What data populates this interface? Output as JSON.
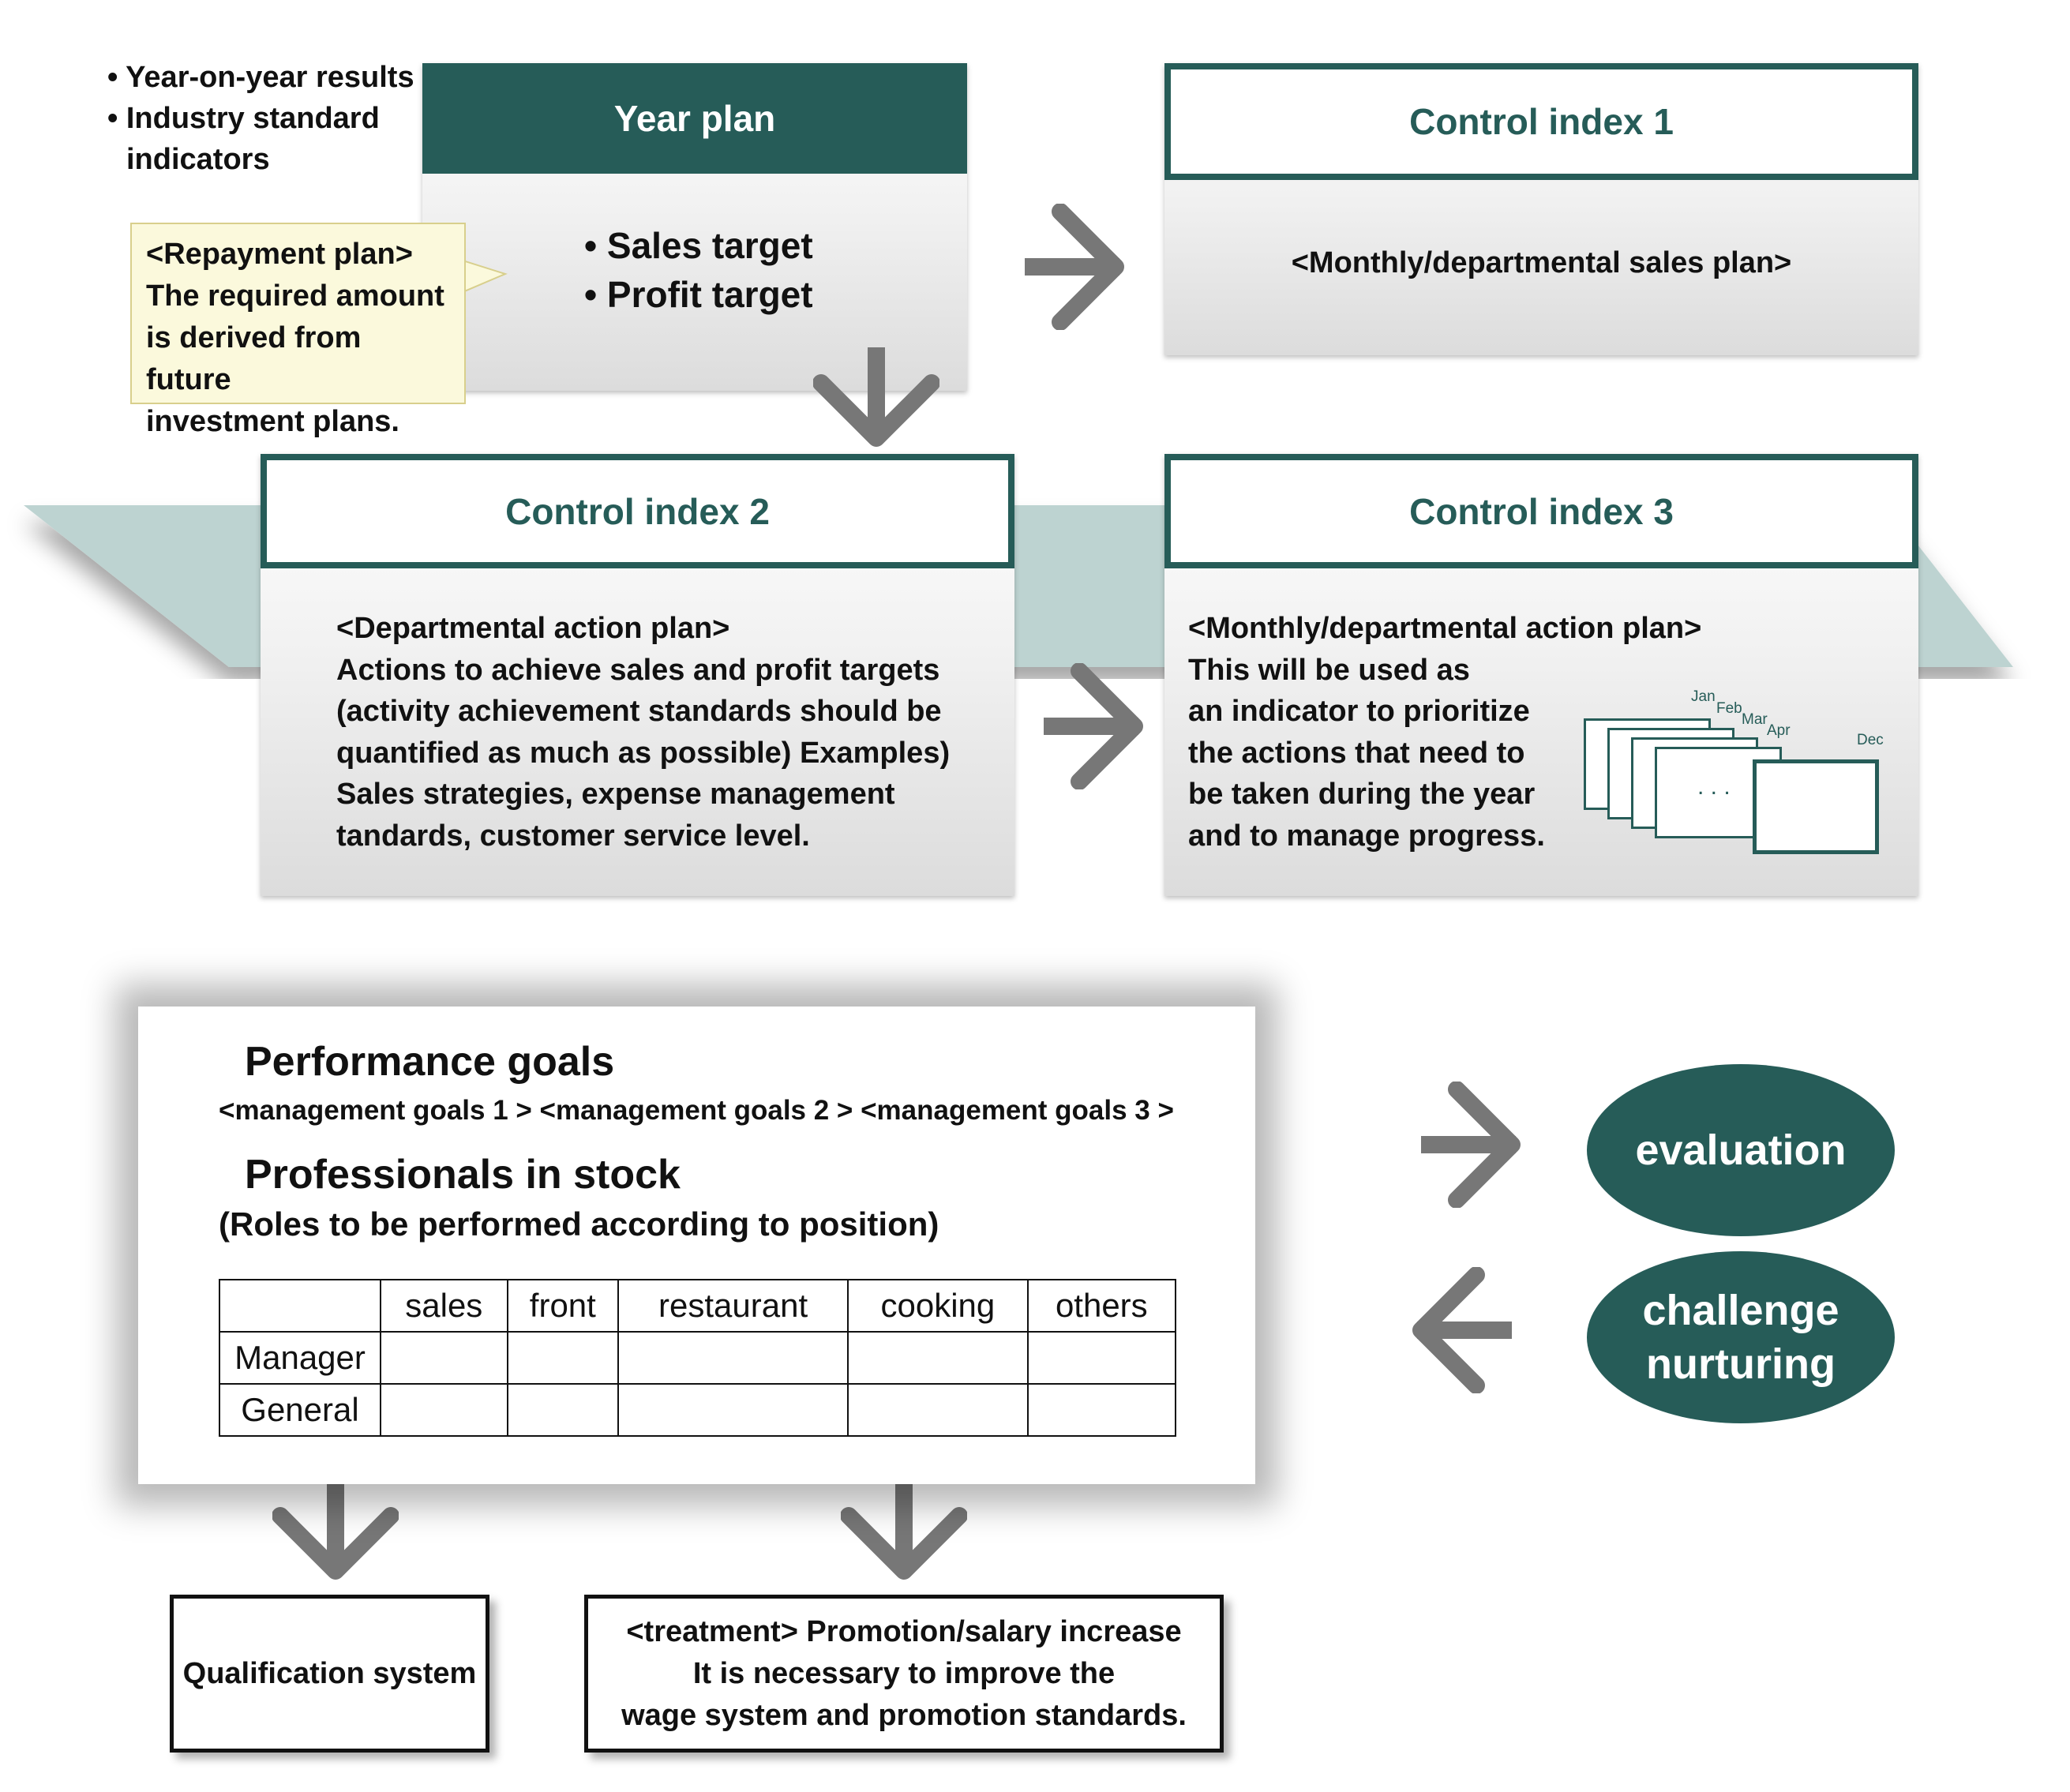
{
  "sidebar_notes": [
    "• Year-on-year results",
    "• Industry standard",
    "indicators"
  ],
  "callout": {
    "title": "<Repayment plan>",
    "lines": [
      "The required amount",
      "is derived from future",
      "investment plans."
    ]
  },
  "year_plan": {
    "title": "Year plan",
    "items": [
      "• Sales target",
      "• Profit target"
    ]
  },
  "control1": {
    "title": "Control index 1",
    "text": "<Monthly/departmental sales plan>"
  },
  "control2": {
    "title": "Control index 2",
    "lines": [
      "<Departmental action plan>",
      "Actions to achieve sales and profit targets",
      "(activity achievement standards should be",
      "quantified as much as possible) Examples)",
      "Sales strategies, expense management",
      "tandards, customer service level."
    ]
  },
  "control3": {
    "title": "Control index 3",
    "lines": [
      "<Monthly/departmental action plan>",
      "This will be used as",
      "an indicator to prioritize",
      "the actions that need to",
      "be taken during the year",
      "and to manage progress."
    ],
    "months": [
      "Jan",
      "Feb",
      "Mar",
      "Apr",
      "Dec"
    ],
    "dots": ". . ."
  },
  "performance": {
    "title": "Performance goals",
    "goals": "<management goals 1 > <management goals 2 > <management goals 3 >",
    "professionals_title": "Professionals in stock",
    "professionals_sub": "(Roles to be performed according to position)",
    "table": {
      "columns": [
        "",
        "sales",
        "front",
        "restaurant",
        "cooking",
        "others"
      ],
      "rows": [
        "Manager",
        "General"
      ]
    }
  },
  "evaluation": {
    "label": "evaluation"
  },
  "challenge": {
    "line1": "challenge",
    "line2": "nurturing"
  },
  "qualification": {
    "label": "Qualification system"
  },
  "treatment": {
    "lines": [
      "<treatment> Promotion/salary increase",
      "It is necessary to improve the",
      "wage system and promotion standards."
    ]
  },
  "colors": {
    "accent": "#265c58",
    "band": "#bdd3d1",
    "arrow": "#777777",
    "callout_bg": "#fbf9dc"
  }
}
